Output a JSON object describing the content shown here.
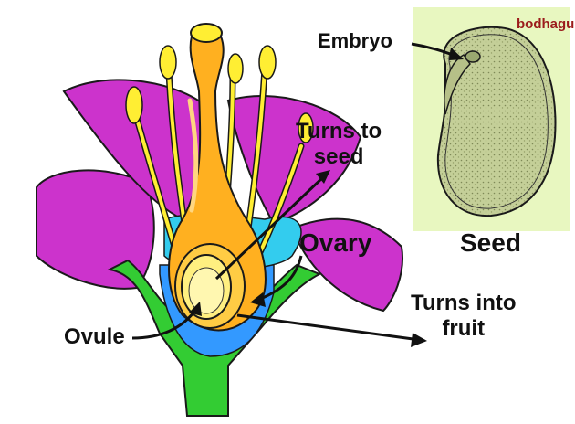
{
  "labels": {
    "embryo": "Embryo",
    "turns_to_seed": "Turns to\nseed",
    "seed": "Seed",
    "ovary": "Ovary",
    "turns_into_fruit": "Turns into\nfruit",
    "ovule": "Ovule"
  },
  "logo": {
    "text": "bodhaguru"
  },
  "colors": {
    "petal": "#cc33cc",
    "petal_dark": "#8a1a8a",
    "stamen": "#ffee33",
    "receptacle": "#33cc33",
    "blue_layer": "#3399ff",
    "cyan_layer": "#33ccee",
    "ovary_orange": "#ffb020",
    "ovule_pale": "#ffef80",
    "seed_background": "#e8f7c0",
    "seed_body": "#c9d4a0"
  }
}
